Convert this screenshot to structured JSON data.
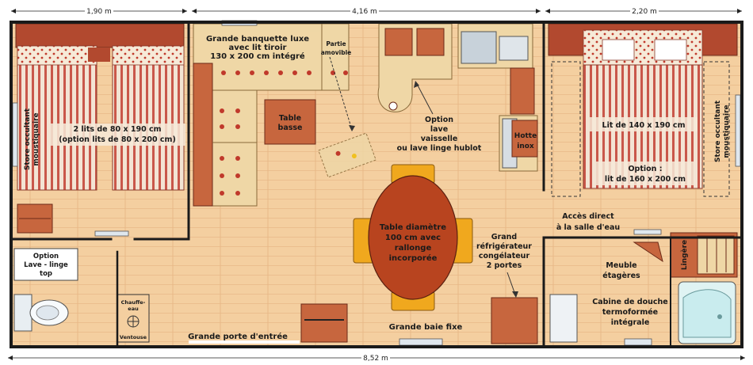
{
  "dimensions": {
    "left_width": "1,90 m",
    "center_width": "4,16 m",
    "right_width": "2,20 m",
    "total_length": "8,52 m"
  },
  "labels": {
    "left_beds": [
      "2 lits de 80 x 190 cm",
      "(option lits de 80 x 200 cm)"
    ],
    "blind_left": [
      "Store occultant",
      "moustiquaire"
    ],
    "blind_right": [
      "Store occultant",
      "moustiquaire"
    ],
    "banquette": [
      "Grande banquette luxe",
      "avec lit tiroir",
      "130 x 200 cm intégré"
    ],
    "partie_amovible": [
      "Partie",
      "amovible"
    ],
    "table_basse": [
      "Table",
      "basse"
    ],
    "dishwasher_option": [
      "Option",
      "lave",
      "vaisselle",
      "ou lave linge hublot"
    ],
    "hood": [
      "Hotte",
      "inox"
    ],
    "master_bed": "Lit de 140 x 190 cm",
    "master_option": [
      "Option :",
      "lit de 160 x 200 cm"
    ],
    "washer_option": [
      "Option",
      "Lave - linge",
      "top"
    ],
    "dining_table": [
      "Table diamètre",
      "100 cm avec",
      "rallonge",
      "incorporée"
    ],
    "fridge": [
      "Grand",
      "réfrigérateur",
      "congélateur",
      "2 portes"
    ],
    "bath_access": [
      "Accès direct",
      "à la salle d'eau"
    ],
    "shelf_unit": [
      "Meuble",
      "étagères"
    ],
    "linen": "Lingère",
    "shower": [
      "Cabine de douche",
      "termoformée",
      "intégrale"
    ],
    "boiler": [
      "Chauffe-",
      "eau"
    ],
    "ventouse": "Ventouse",
    "entrance_door": "Grande porte d'entrée",
    "bay_window": "Grande baie fixe"
  },
  "colors": {
    "floor": "#f4cfa0",
    "floor_plank": "#e7b683",
    "wall": "#1a1a1a",
    "bed_stripe": "#b8443a",
    "pillow": "#b2492f",
    "furniture": "#c7663e",
    "table": "#b8441f",
    "chair": "#f0a81e",
    "sofa": "#efd7a6"
  }
}
